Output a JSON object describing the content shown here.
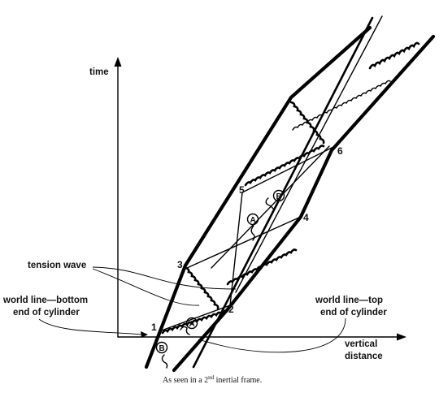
{
  "axes": {
    "y_label": "time",
    "x_label_line1": "vertical",
    "x_label_line2": "distance"
  },
  "labels": {
    "tension_wave": "tension wave",
    "bottom_line1": "world line—bottom",
    "bottom_line2": "end of cylinder",
    "top_line1": "world line—top",
    "top_line2": "end of cylinder"
  },
  "events": {
    "e1": "1",
    "e2": "2",
    "e3": "3",
    "e4": "4",
    "e5": "5",
    "e6": "6"
  },
  "observers": {
    "a": "A",
    "b": "B"
  },
  "caption": {
    "prefix": "As seen in a 2",
    "superscript": "nd",
    "suffix": " inertial frame."
  },
  "icons": [
    "wavy-spring",
    "arrow",
    "observer-figure"
  ]
}
